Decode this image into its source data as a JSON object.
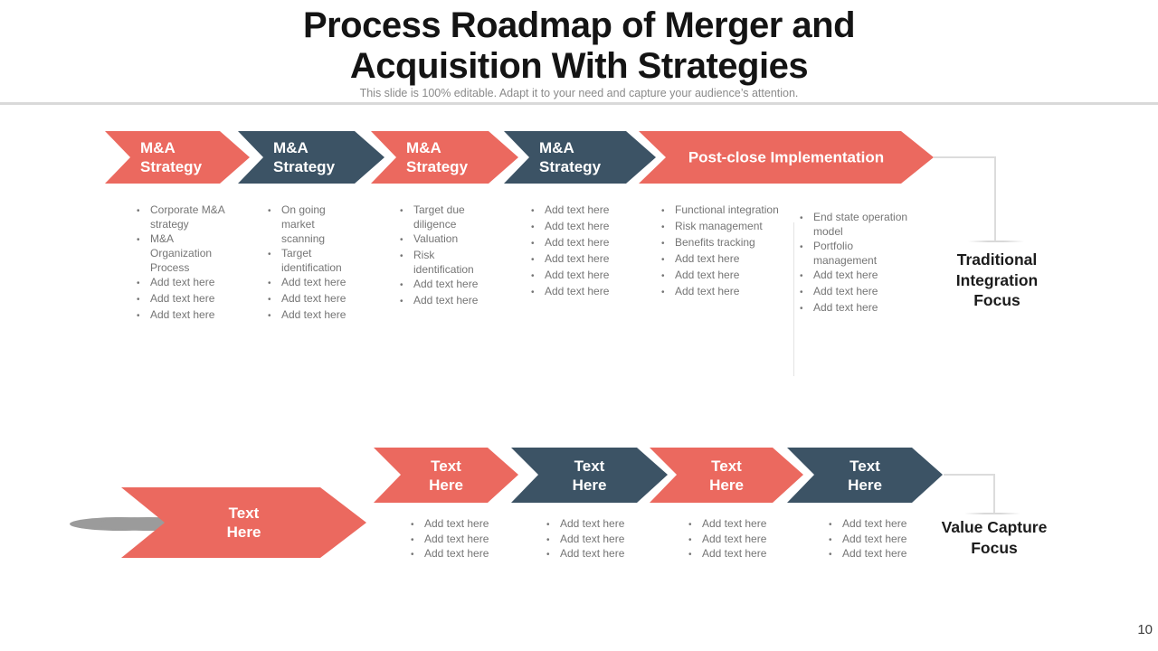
{
  "slide": {
    "title": "Process Roadmap of Merger and Acquisition With Strategies",
    "subtitle": "This slide is 100% editable. Adapt it to your need and capture your audience’s attention.",
    "page_number": "10"
  },
  "colors": {
    "red": "#EB695F",
    "dark": "#3C5365"
  },
  "top_process": {
    "arrows": [
      {
        "label": "M&A Strategy"
      },
      {
        "label": "M&A Strategy"
      },
      {
        "label": "M&A Strategy"
      },
      {
        "label": "M&A Strategy"
      },
      {
        "label": "Post-close Implementation"
      }
    ],
    "columns": [
      {
        "items": [
          "Corporate M&A strategy",
          "M&A Organization Process",
          "Add text here",
          "Add text here",
          "Add text here"
        ]
      },
      {
        "items": [
          "On going market scanning",
          "Target identification",
          "Add text here",
          "Add text here",
          "Add text here"
        ]
      },
      {
        "items": [
          "Target due diligence",
          "Valuation",
          "Risk identification",
          "Add text here",
          "Add text here"
        ]
      },
      {
        "items": [
          "Add text here",
          "Add text here",
          "Add text here",
          "Add text here",
          "Add text here",
          "Add text here"
        ]
      },
      {
        "items": [
          "Functional integration",
          "Risk management",
          "Benefits tracking",
          "Add text here",
          "Add text here",
          "Add text here"
        ]
      },
      {
        "items": [
          "End state operation model",
          "Portfolio management",
          "Add text here",
          "Add text here",
          "Add text here"
        ]
      }
    ],
    "focus_label": "Traditional Integration Focus"
  },
  "bottom_process": {
    "intro_arrow": {
      "label": "Text Here"
    },
    "arrows": [
      {
        "label": "Text Here"
      },
      {
        "label": "Text Here"
      },
      {
        "label": "Text Here"
      },
      {
        "label": "Text Here"
      }
    ],
    "columns": [
      {
        "items": [
          "Add text here",
          "Add text here",
          "Add text here"
        ]
      },
      {
        "items": [
          "Add text here",
          "Add text here",
          "Add text here"
        ]
      },
      {
        "items": [
          "Add text here",
          "Add text here",
          "Add text here"
        ]
      },
      {
        "items": [
          "Add text here",
          "Add text here",
          "Add text here"
        ]
      }
    ],
    "focus_label": "Value Capture Focus"
  }
}
